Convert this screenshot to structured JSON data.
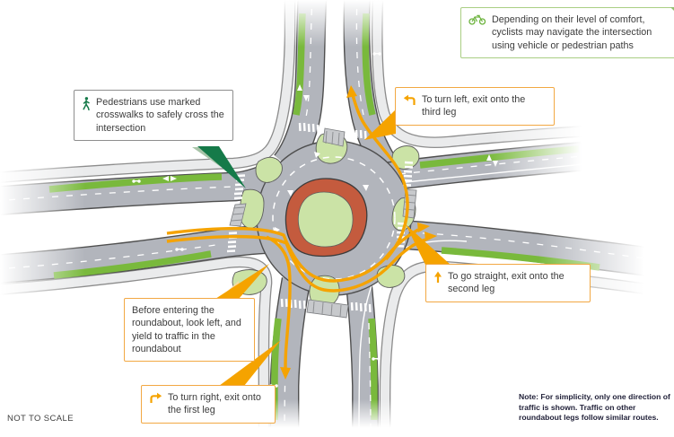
{
  "diagram": {
    "title_implicit": "roundabout intersection illustration",
    "callouts": {
      "cyclists": {
        "icon": "bicycle-icon",
        "text": "Depending on their level of comfort, cyclists may navigate the intersection using vehicle or pedestrian paths"
      },
      "pedestrians": {
        "icon": "pedestrian-icon",
        "text": "Pedestrians use marked crosswalks to safely cross the intersection"
      },
      "turn_left": {
        "icon": "turn-left-arrow-icon",
        "text": "To turn left, exit onto the third leg"
      },
      "go_straight": {
        "icon": "straight-arrow-icon",
        "text": "To go straight, exit onto the second leg"
      },
      "yield_note": {
        "text": "Before entering the roundabout, look left, and yield to traffic in the roundabout"
      },
      "turn_right": {
        "icon": "turn-right-arrow-icon",
        "text": "To turn right, exit onto the first leg"
      }
    },
    "footer": {
      "scale_note": "NOT TO SCALE",
      "traffic_note": "Note: For simplicity, only one direction of traffic is shown. Traffic on other roundabout legs follow similar routes."
    },
    "colors": {
      "route_orange": "#F5A300",
      "callout_orange_border": "#F2A843",
      "cyclist_green": "#6CB33D",
      "cyclist_border_green": "#A9CE83",
      "pedestrian_green": "#157A49",
      "bike_lane_green": "#79B93C",
      "island_green": "#CBE3A6",
      "truck_apron_red": "#C45B3E",
      "road_gray": "#B2B5BC",
      "sidewalk_gray": "#EAEBEC"
    }
  }
}
